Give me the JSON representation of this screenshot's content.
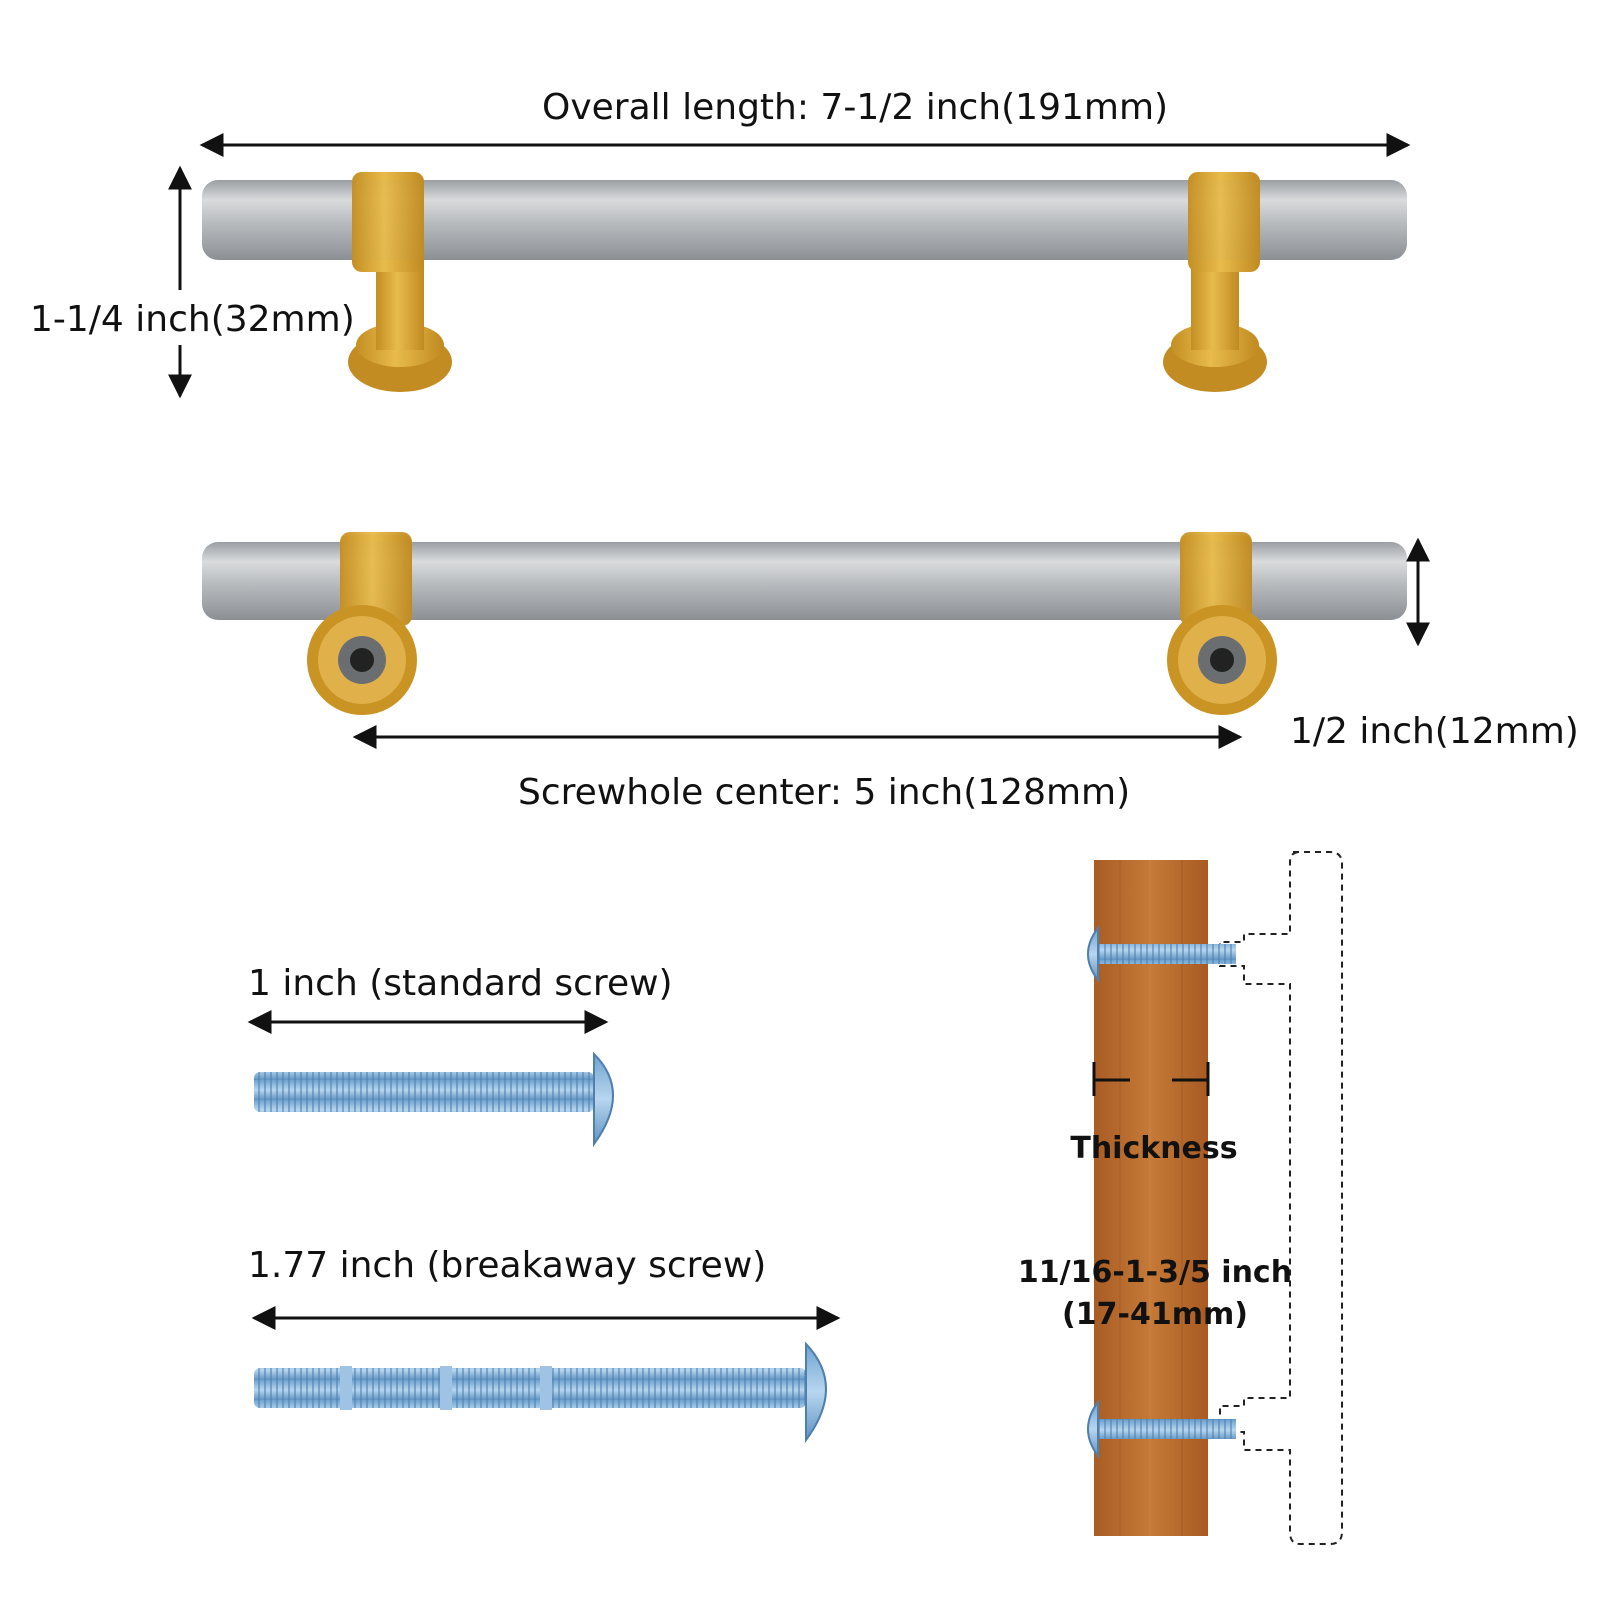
{
  "handle_top": {
    "overall_length_label": "Overall length: 7-1/2 inch(191mm)",
    "height_label": "1-1/4 inch(32mm)"
  },
  "handle_bottom": {
    "screwhole_center_label": "Screwhole center: 5 inch(128mm)",
    "diameter_label": "1/2 inch(12mm)"
  },
  "screws": {
    "standard_label": "1 inch (standard screw)",
    "breakaway_label": "1.77 inch (breakaway screw)"
  },
  "door_diagram": {
    "thickness_label": "Thickness",
    "range_line1": "11/16-1-3/5 inch",
    "range_line2": "(17-41mm)"
  },
  "colors": {
    "bar_silver": "#b9bcbf",
    "brass": "#d9a93b",
    "wood": "#b86a2c",
    "screw_blue": "#8ab6dc"
  }
}
